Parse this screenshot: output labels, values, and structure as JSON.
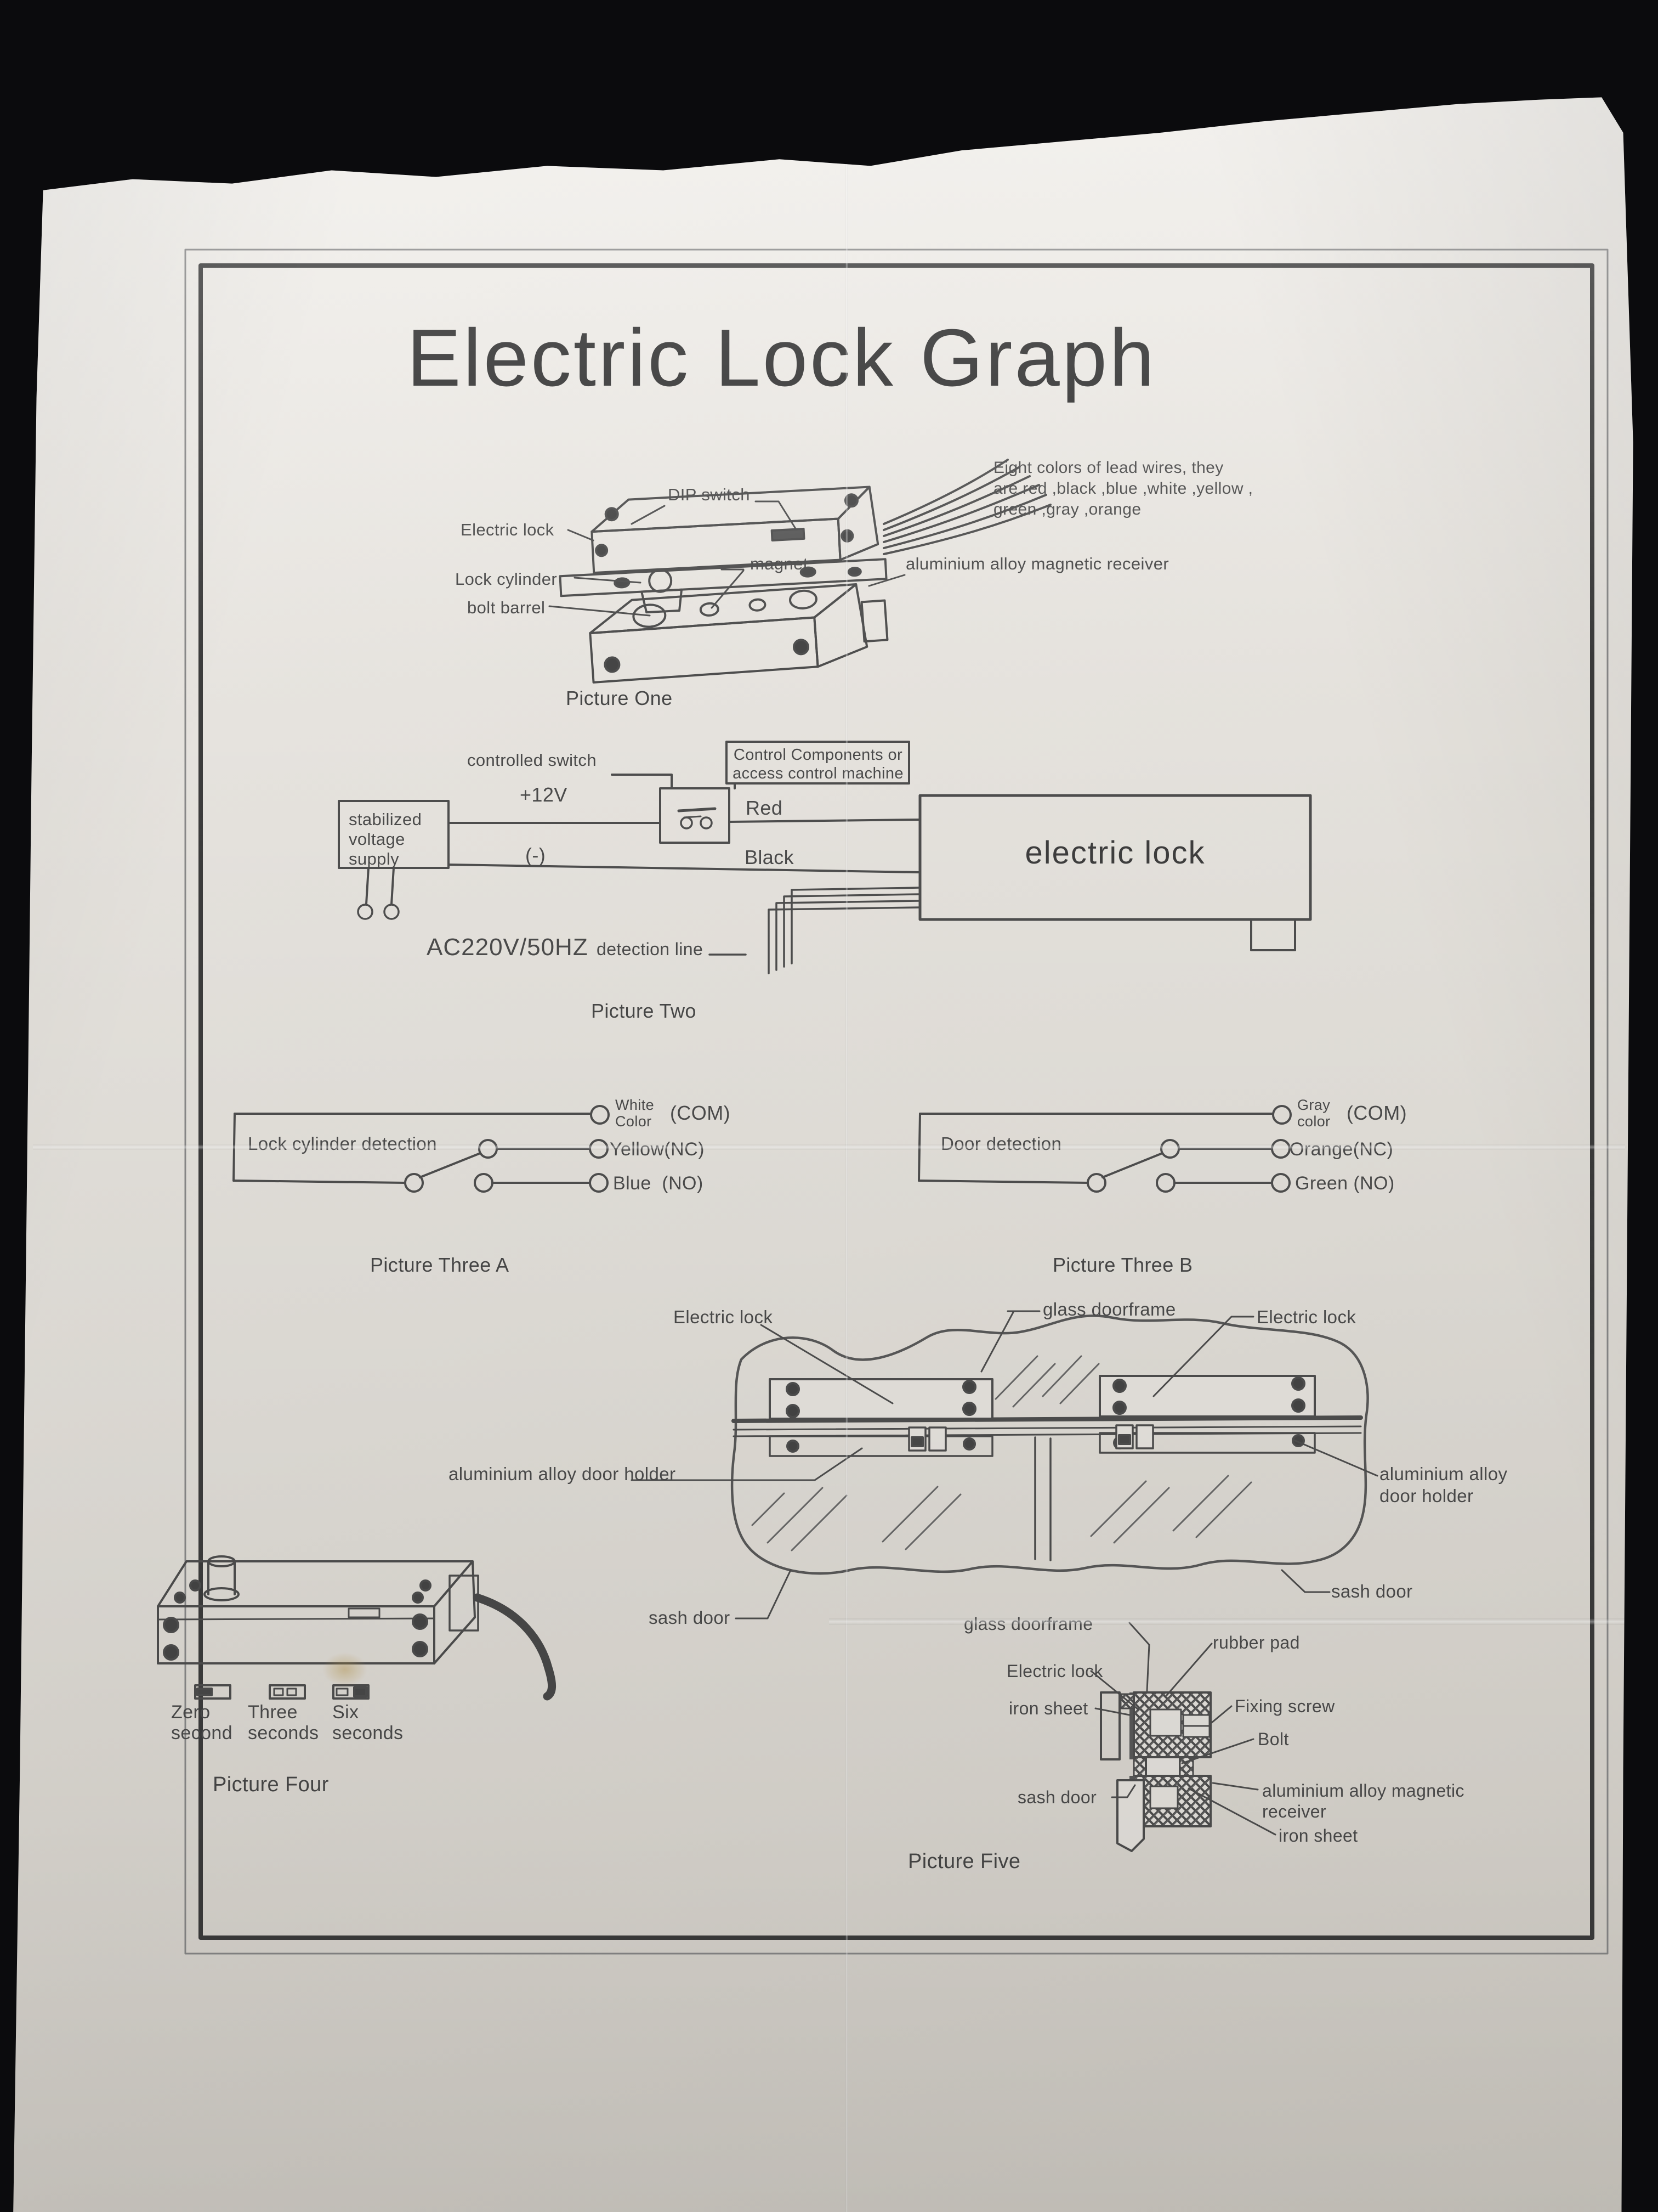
{
  "photo": {
    "background": "#0b0b0d",
    "paper_color": "#eae7e2",
    "ink_color": "#4c4c4c"
  },
  "title": "Electric Lock Graph",
  "picture_one": {
    "caption": "Picture One",
    "labels": {
      "dip_switch": "DIP switch",
      "electric_lock": "Electric lock",
      "lock_cylinder": "Lock cylinder",
      "bolt_barrel": "bolt barrel",
      "magnet": "magnet",
      "magnetic_receiver": "aluminium alloy magnetic receiver"
    },
    "note_lines": [
      "Eight colors of lead wires, they",
      "are red ,black ,blue ,white ,yellow ,",
      "green ,gray ,orange"
    ]
  },
  "picture_two": {
    "caption": "Picture Two",
    "labels": {
      "controlled_switch": "controlled switch",
      "control_box_line1": "Control Components or",
      "control_box_line2": "access control machine",
      "supply_line1": "stabilized",
      "supply_line2": "voltage",
      "supply_line3": "supply",
      "plus_12v": "+12V",
      "minus": "(-)",
      "red": "Red",
      "black": "Black",
      "electric_lock": "electric lock",
      "ac_power": "AC220V/50HZ",
      "detection_line": "detection line"
    }
  },
  "picture_three_a": {
    "caption": "Picture Three A",
    "box_label": "Lock cylinder detection",
    "terminals": {
      "com_line1": "White",
      "com_line2": "Color",
      "com_suffix": "(COM)",
      "nc": "Yellow(NC)",
      "no": "Blue  (NO)"
    }
  },
  "picture_three_b": {
    "caption": "Picture Three B",
    "box_label": "Door detection",
    "terminals": {
      "com_line1": "Gray",
      "com_line2": "color",
      "com_suffix": "(COM)",
      "nc": "Orange(NC)",
      "no": "Green (NO)"
    }
  },
  "door_diagram": {
    "labels": {
      "electric_lock_left": "Electric lock",
      "glass_doorframe": "glass doorframe",
      "electric_lock_right": "Electric lock",
      "door_holder_left": "aluminium alloy door holder",
      "door_holder_right_line1": "aluminium alloy",
      "door_holder_right_line2": "door holder",
      "sash_door_left": "sash door",
      "sash_door_right": "sash door"
    }
  },
  "picture_four": {
    "caption": "Picture Four",
    "dip_settings": [
      {
        "line1": "Zero",
        "line2": "second"
      },
      {
        "line1": "Three",
        "line2": "seconds"
      },
      {
        "line1": "Six",
        "line2": "seconds"
      }
    ]
  },
  "picture_five": {
    "caption": "Picture Five",
    "labels": {
      "glass_doorframe": "glass doorframe",
      "rubber_pad": "rubber pad",
      "electric_lock": "Electric lock",
      "iron_sheet_top": "iron sheet",
      "fixing_screw": "Fixing screw",
      "bolt": "Bolt",
      "sash_door": "sash door",
      "receiver_line1": "aluminium alloy magnetic",
      "receiver_line2": "receiver",
      "iron_sheet_bottom": "iron sheet"
    }
  }
}
